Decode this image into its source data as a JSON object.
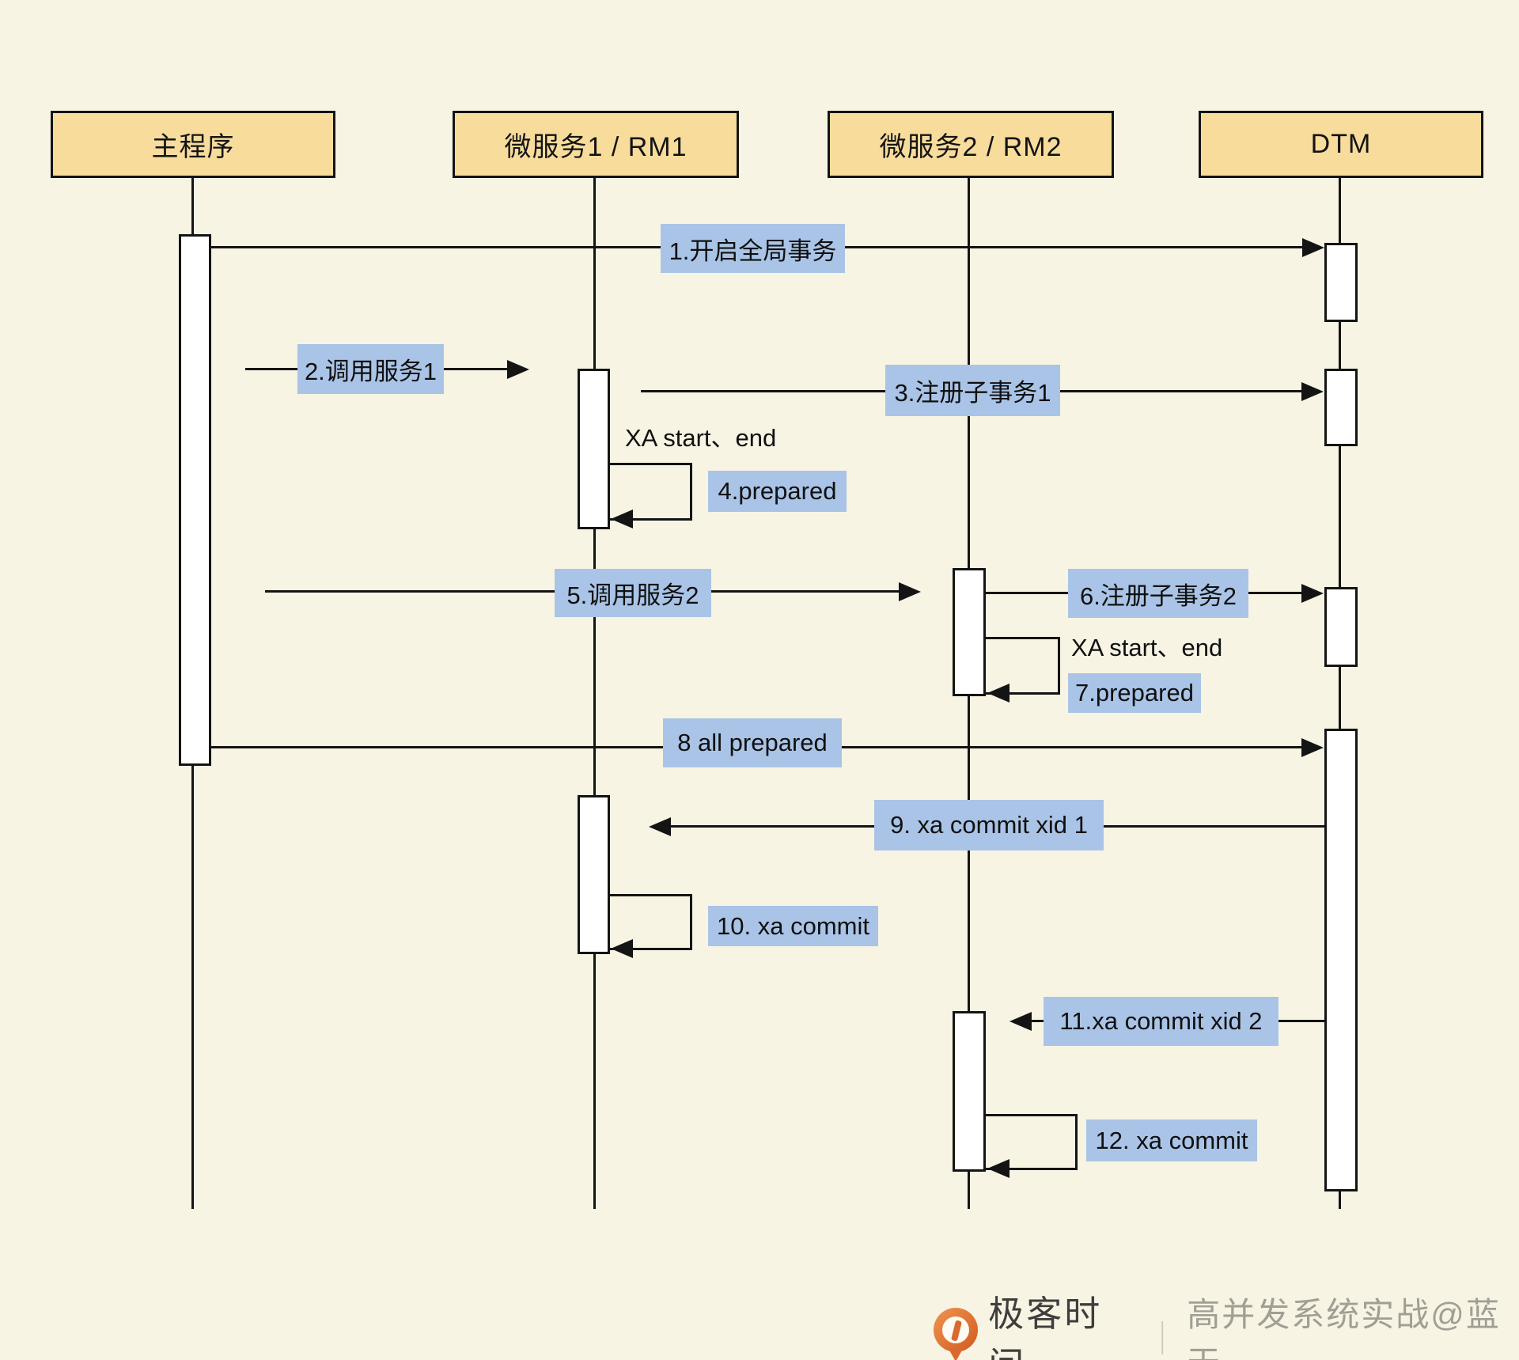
{
  "diagram": {
    "actors": [
      {
        "label": "主程序"
      },
      {
        "label": "微服务1 / RM1"
      },
      {
        "label": "微服务2 / RM2"
      },
      {
        "label": "DTM"
      }
    ],
    "messages": {
      "m1": "1.开启全局事务",
      "m2": "2.调用服务1",
      "m3": "3.注册子事务1",
      "m4": "4.prepared",
      "m5": "5.调用服务2",
      "m6": "6.注册子事务2",
      "m7": "7.prepared",
      "m8": "8 all prepared",
      "m9": "9. xa commit xid 1",
      "m10": "10. xa commit",
      "m11": "11.xa commit xid 2",
      "m12": "12. xa commit",
      "xa1": "XA start、end",
      "xa2": "XA start、end"
    },
    "colors": {
      "background": "#f7f4e4",
      "actor_fill": "#f8dc9c",
      "label_fill": "#a9c4e6",
      "line": "#141414"
    }
  },
  "footer": {
    "brand": "极客时间",
    "divider": "｜",
    "credit": "高并发系统实战@蓝天"
  }
}
